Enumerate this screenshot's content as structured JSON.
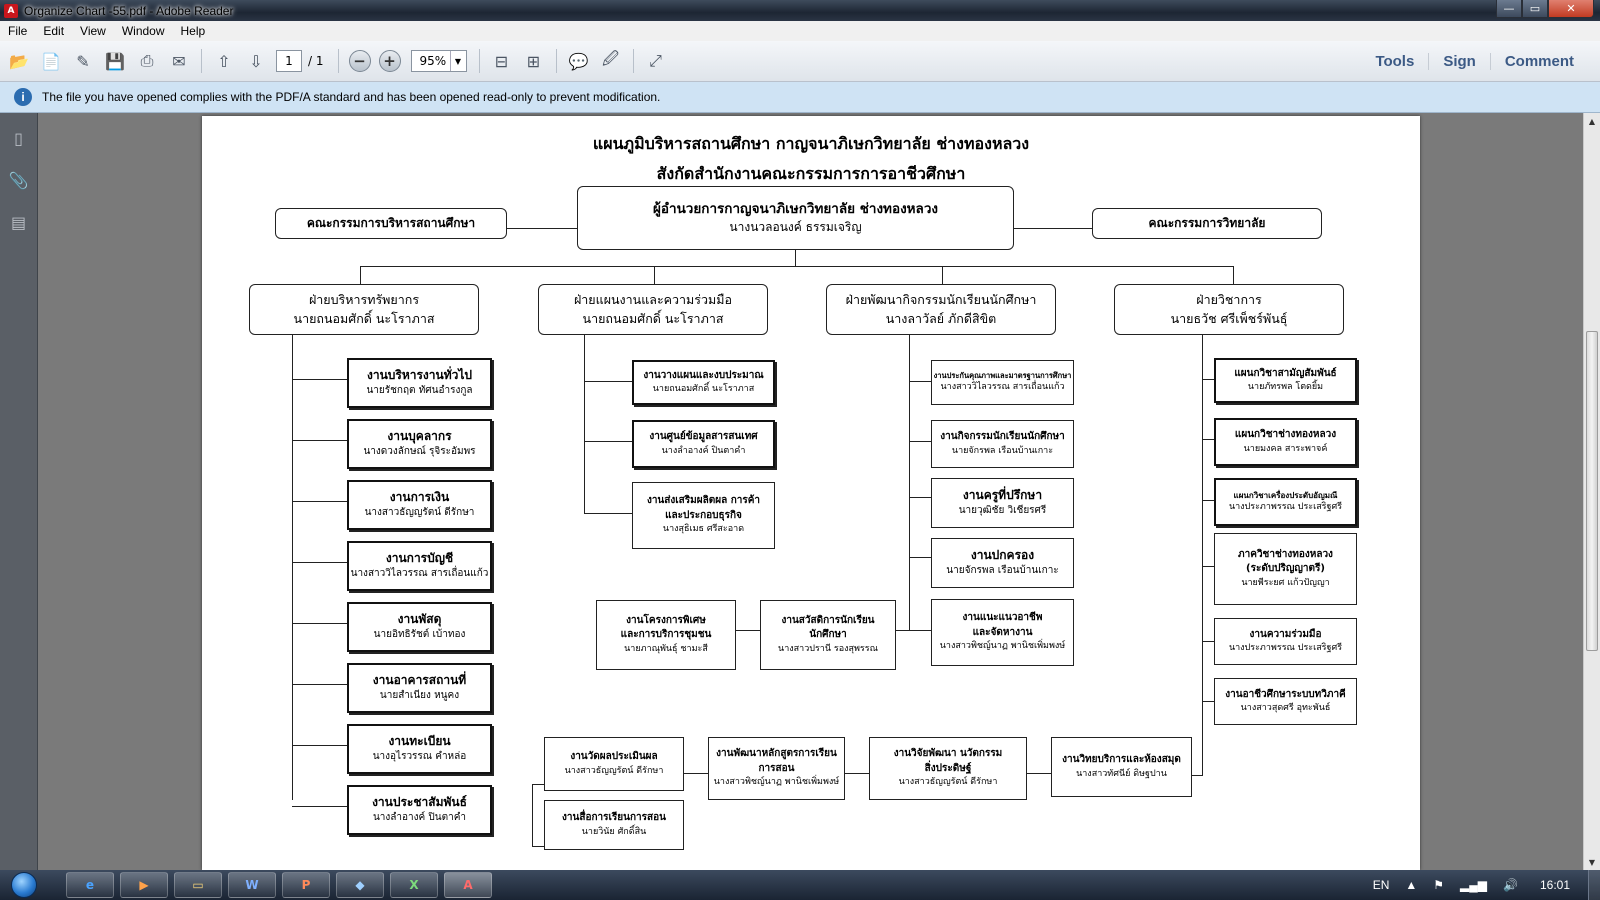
{
  "window": {
    "title": "Organize Chart -55.pdf - Adobe Reader",
    "app_icon": "adobe-pdf-icon"
  },
  "menu": [
    "File",
    "Edit",
    "View",
    "Window",
    "Help"
  ],
  "toolbar": {
    "page_current": "1",
    "page_total": "/ 1",
    "zoom": "95%",
    "links": [
      "Tools",
      "Sign",
      "Comment"
    ]
  },
  "infobar": {
    "message": "The file you have opened complies with the PDF/A standard and has been opened read-only to prevent modification."
  },
  "document": {
    "title1": "แผนภูมิบริหารสถานศึกษา  กาญจนาภิเษกวิทยาลัย ช่างทองหลวง",
    "title2": "สังกัดสำนักงานคณะกรรมการการอาชีวศึกษา",
    "director": {
      "title": "ผู้อำนวยการกาญจนาภิเษกวิทยาลัย ช่างทองหลวง",
      "name": "นางนวลอนงค์   ธรรมเจริญ"
    },
    "committee_left": "คณะกรรมการบริหารสถานศึกษา",
    "committee_right": "คณะกรรมการวิทยาลัย",
    "divisions": [
      {
        "title": "ฝ่ายบริหารทรัพยากร",
        "name": "นายถนอมศักดิ์   นะโราภาส"
      },
      {
        "title": "ฝ่ายแผนงานและความร่วมมือ",
        "name": "นายถนอมศักดิ์   นะโราภาส"
      },
      {
        "title": "ฝ่ายพัฒนากิจกรรมนักเรียนนักศึกษา",
        "name": "นางลาวัลย์   ภักดีสิขิต"
      },
      {
        "title": "ฝ่ายวิชาการ",
        "name": "นายธวัช   ศรีเพ็ชร์พันธุ์"
      }
    ],
    "resource_units": [
      {
        "title": "งานบริหารงานทั่วไป",
        "name": "นายรัชกฤต   ทัศนอำรงกูล"
      },
      {
        "title": "งานบุคลากร",
        "name": "นางดวงลักษณ์   รุจิระอัมพร"
      },
      {
        "title": "งานการเงิน",
        "name": "นางสาวธัญญรัตน์  ดีรักษา"
      },
      {
        "title": "งานการบัญชี",
        "name": "นางสาววิไลวรรณ  สารเถื่อนแก้ว"
      },
      {
        "title": "งานพัสดุ",
        "name": "นายอิทธิรัชต์   เบ้าทอง"
      },
      {
        "title": "งานอาคารสถานที่",
        "name": "นายสำเนียง   หนูคง"
      },
      {
        "title": "งานทะเบียน",
        "name": "นางอุไรวรรณ   คำหล่อ"
      },
      {
        "title": "งานประชาสัมพันธ์",
        "name": "นางลำอางค์   ปินตาคำ"
      }
    ],
    "plan_units": [
      {
        "title": "งานวางแผนและงบประมาณ",
        "name": "นายถนอมศักดิ์   นะโราภาส"
      },
      {
        "title": "งานศูนย์ข้อมูลสารสนเทศ",
        "name": "นางลำอางค์   ปินตาคำ"
      },
      {
        "title1": "งานส่งเสริมผลิตผล การค้า",
        "title2": "และประกอบธุรกิจ",
        "name": "นางสุธิเมธ   ศรีสะอาด"
      }
    ],
    "activity_units": [
      {
        "title": "งานประกันคุณภาพและมาตรฐานการศึกษา",
        "name": "นางสาววิไลวรรณ  สารเถื่อนแก้ว"
      },
      {
        "title": "งานกิจกรรมนักเรียนนักศึกษา",
        "name": "นายจักรพล   เรือนบ้านเกาะ"
      },
      {
        "title": "งานครูที่ปรึกษา",
        "name": "นายวุฒิชัย   วิเชียรศรี"
      },
      {
        "title": "งานปกครอง",
        "name": "นายจักรพล   เรือนบ้านเกาะ"
      },
      {
        "title1": "งานแนะแนวอาชีพ",
        "title2": "และจัดหางาน",
        "name": "นางสาวพิชญ์นาฏ  พานิชเพิ่มพงษ์"
      }
    ],
    "activity_side_units": [
      {
        "title1": "งานโครงการพิเศษ",
        "title2": "และการบริการชุมชน",
        "name": "นายภาณุพันธุ์   ชามะสี"
      },
      {
        "title1": "งานสวัสดิการนักเรียน",
        "title2": "นักศึกษา",
        "name": "นางสาวปรานี   รองสุพรรณ"
      }
    ],
    "academic_units": [
      {
        "title": "แผนกวิชาสามัญสัมพันธ์",
        "name": "นายภัทรพล   โตดยิ้ม"
      },
      {
        "title": "แผนกวิชาช่างทองหลวง",
        "name": "นายมงคล   สาระพาจค์"
      },
      {
        "title": "แผนกวิชาเครื่องประดับอัญมณี",
        "name": "นางประภาพรรณ   ประเสริฐศรี"
      },
      {
        "title1": "ภาควิชาช่างทองหลวง",
        "title2": "(ระดับปริญญาตรี)",
        "name": "นายพีระยศ   แก้วปัญญา"
      },
      {
        "title": "งานความร่วมมือ",
        "name": "นางประภาพรรณ  ประเสริฐศรี"
      },
      {
        "title": "งานอาชีวศึกษาระบบทวิภาคี",
        "name": "นางสาวสุดศรี   อุทะพันธ์"
      }
    ],
    "academic_bottom_units": [
      {
        "title": "งานวัดผลประเมินผล",
        "name": "นางสาวธัญญรัตน์  ดีรักษา"
      },
      {
        "title": "งานสื่อการเรียนการสอน",
        "name": "นายวินัย   ศักดิ์สิน"
      },
      {
        "title1": "งานพัฒนาหลักสูตรการเรียน",
        "title2": "การสอน",
        "name": "นางสาวพิชญ์นาฏ  พานิชเพิ่มพงษ์"
      },
      {
        "title1": "งานวิจัยพัฒนา นวัตกรรม",
        "title2": "สิ่งประดิษฐ์",
        "name": "นางสาวธัญญรัตน์  ดีรักษา"
      },
      {
        "title": "งานวิทยบริการและห้องสมุด",
        "name": "นางสาวทัศนีย์   ดิษฐปาน"
      }
    ]
  },
  "taskbar": {
    "apps": [
      "e",
      "▶",
      "▭",
      "W",
      "P",
      "◆",
      "X",
      "A"
    ],
    "lang": "EN",
    "time": "16:01"
  }
}
